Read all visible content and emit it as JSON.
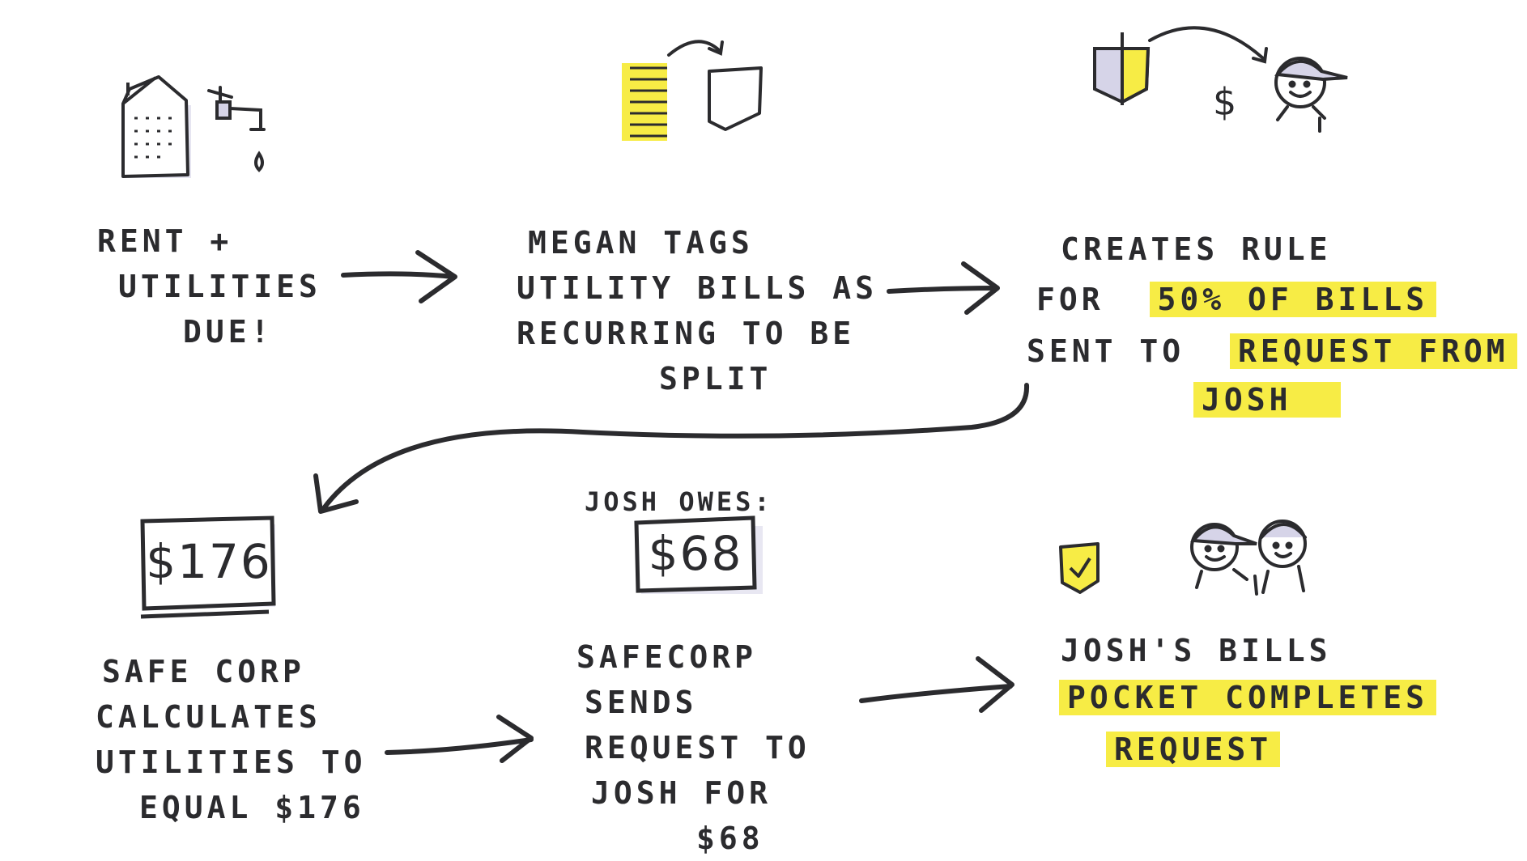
{
  "step1": {
    "lines": [
      "RENT +",
      "UTILITIES",
      "DUE!"
    ]
  },
  "step2": {
    "lines": [
      "MEGAN TAGS",
      "UTILITY BILLS AS",
      "RECURRING TO BE",
      "SPLIT"
    ]
  },
  "step3": {
    "line1": "CREATES RULE",
    "line2a": "FOR",
    "line2b": "50% OF BILLS",
    "line3a": "SENT TO",
    "line3b": "REQUEST FROM",
    "line4": "JOSH"
  },
  "step4": {
    "amount": "$176",
    "lines": [
      "SAFE CORP",
      "CALCULATES",
      "UTILITIES TO",
      "EQUAL $176"
    ]
  },
  "step5": {
    "header": "JOSH OWES:",
    "amount": "$68",
    "lines": [
      "SAFECORP",
      "SENDS",
      "REQUEST TO",
      "JOSH FOR",
      "$68"
    ]
  },
  "step6": {
    "line1": "JOSH'S BILLS",
    "line2": "POCKET COMPLETES",
    "line3": "REQUEST"
  },
  "colors": {
    "highlight": "#f7ec45",
    "ink": "#2b2b2e",
    "shade": "#d6d4e8"
  }
}
